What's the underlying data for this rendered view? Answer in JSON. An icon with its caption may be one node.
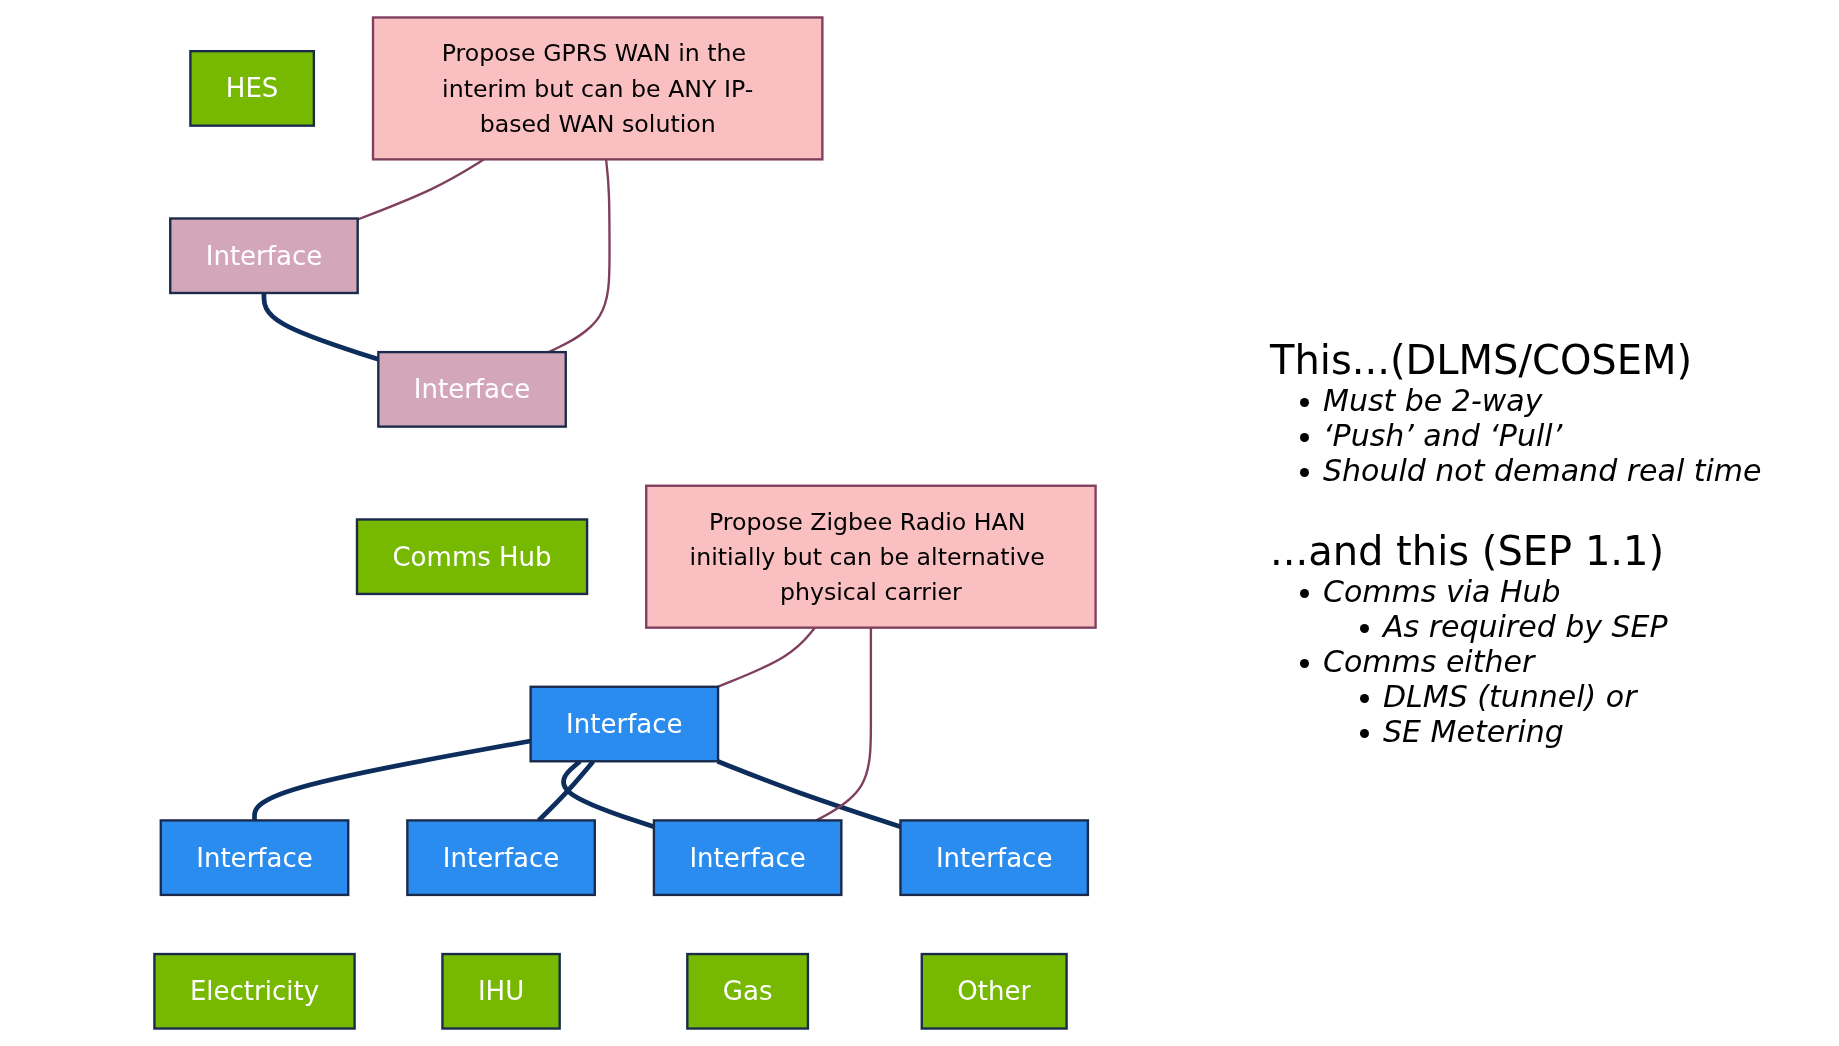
{
  "diagram": {
    "nodes": [
      {
        "text": [
          "HES"
        ]
      },
      {
        "text": [
          "Interface"
        ]
      },
      {
        "text": [
          "Propose GPRS WAN in the interim but can be ANY IP-based WAN solution"
        ]
      },
      {
        "text": [
          "Interface"
        ]
      },
      {
        "text": [
          "Comms Hub"
        ]
      },
      {
        "text": [
          "Interface"
        ]
      },
      {
        "text": [
          "Propose Zigbee Radio HAN initially but can be alternative physical carrier"
        ]
      },
      {
        "text": [
          "Interface"
        ]
      },
      {
        "text": [
          "Electricity"
        ]
      },
      {
        "text": [
          "Interface"
        ]
      },
      {
        "text": [
          "Gas"
        ]
      },
      {
        "text": [
          "Interface"
        ]
      },
      {
        "text": [
          "IHU"
        ]
      },
      {
        "text": [
          "Interface"
        ]
      },
      {
        "text": [
          "Other"
        ]
      }
    ],
    "edges": [
      {
        "from": 1,
        "to": 3,
        "arrow": "none"
      },
      {
        "from": 2,
        "to": 1,
        "arrow": "none",
        "color": "#7f3f5f"
      },
      {
        "from": 2,
        "to": 3,
        "arrow": "none",
        "color": "#7f3f5f"
      },
      {
        "from": 5,
        "to": 7,
        "arrow": "none"
      },
      {
        "from": 5,
        "to": 9,
        "arrow": "none"
      },
      {
        "from": 5,
        "to": 11,
        "arrow": "none"
      },
      {
        "from": 5,
        "to": 13,
        "arrow": "none"
      },
      {
        "from": 6,
        "to": 5,
        "arrow": "none",
        "color": "#7f3f5f"
      },
      {
        "from": 6,
        "to": 9,
        "arrow": "none",
        "color": "#7f3f5f"
      }
    ],
    "labels": [
      "This...(DLMS/COSEM)",
      "Must be 2-way",
      "‘Push’ and ‘Pull’",
      "Should not demand real time",
      "...and this (SEP 1.1)",
      "Comms via Hub",
      "As required by SEP",
      "Comms either",
      "DLMS (tunnel) or",
      "SE Metering"
    ]
  }
}
